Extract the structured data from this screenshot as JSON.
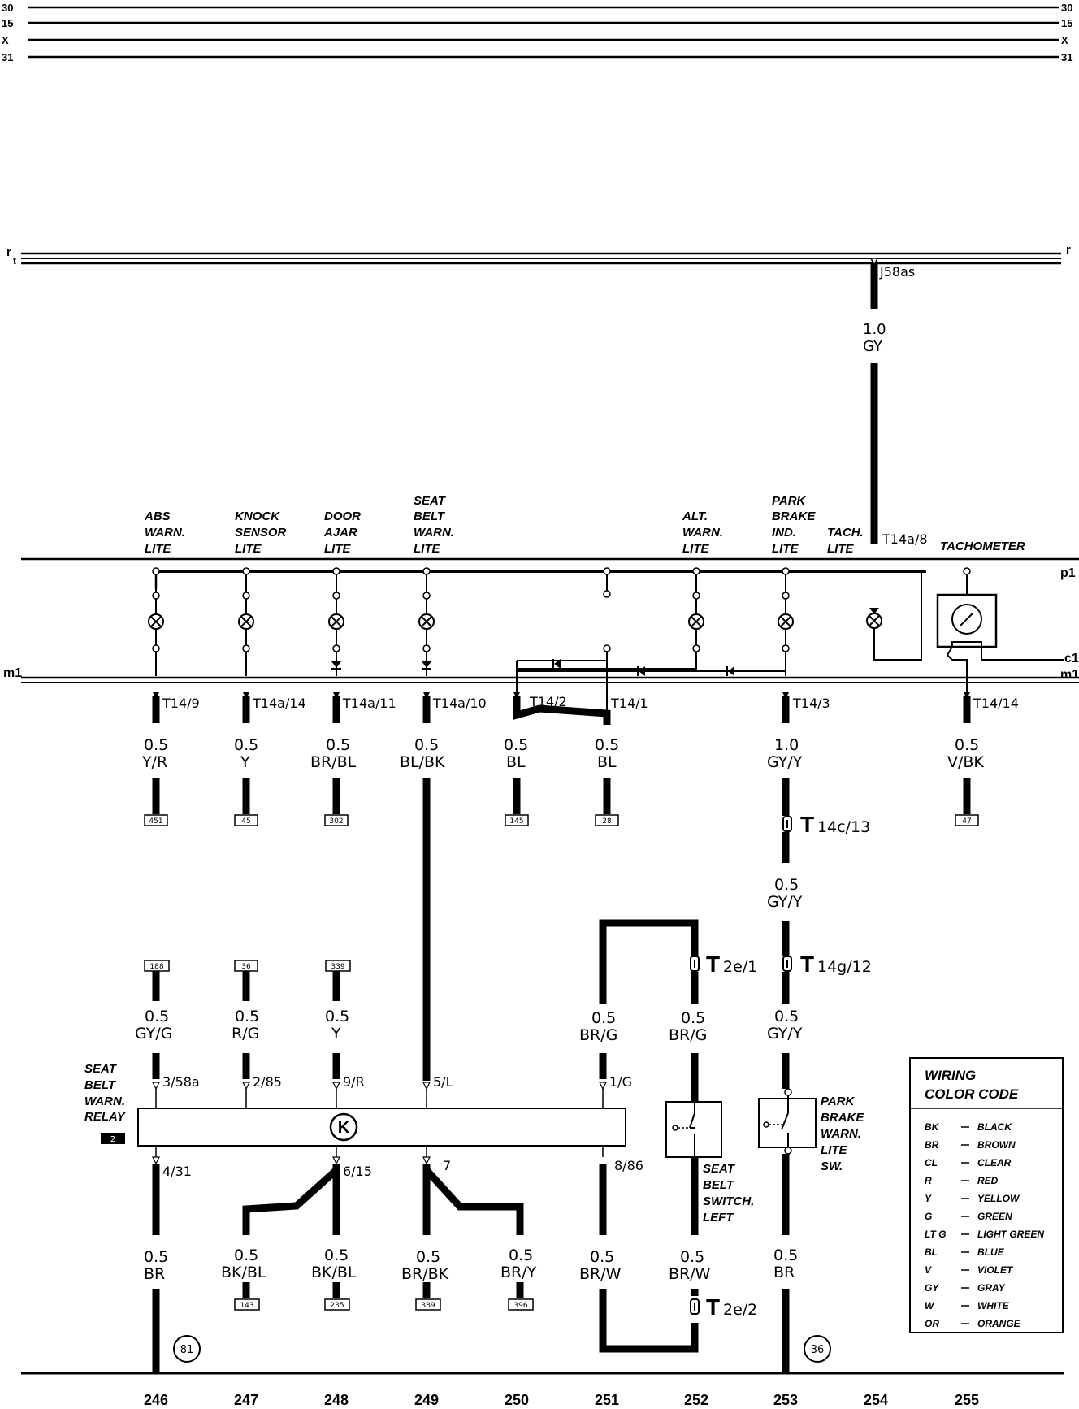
{
  "rails": {
    "left": [
      "30",
      "15",
      "X",
      "31"
    ],
    "right": [
      "30",
      "15",
      "X",
      "31"
    ],
    "r_left": "r",
    "t_left": "t",
    "r_right": "r",
    "p1": "p1",
    "m1_left": "m1",
    "m1_right": "m1",
    "c1": "c1"
  },
  "top_connection": {
    "label": "J58as",
    "size": "1.0",
    "color": "GY",
    "pin": "T14a/8"
  },
  "lamps": [
    {
      "l1": "ABS",
      "l2": "WARN.",
      "l3": "LITE",
      "l4": ""
    },
    {
      "l1": "KNOCK",
      "l2": "SENSOR",
      "l3": "LITE",
      "l4": ""
    },
    {
      "l1": "DOOR",
      "l2": "AJAR",
      "l3": "LITE",
      "l4": ""
    },
    {
      "l1": "SEAT",
      "l2": "BELT",
      "l3": "WARN.",
      "l4": "LITE"
    },
    {
      "l1": "ALT.",
      "l2": "WARN.",
      "l3": "LITE",
      "l4": ""
    },
    {
      "l1": "PARK",
      "l2": "BRAKE",
      "l3": "IND.",
      "l4": "LITE"
    },
    {
      "l1": "TACH.",
      "l2": "LITE",
      "l3": "",
      "l4": ""
    }
  ],
  "tachometer": "TACHOMETER",
  "pins_upper": [
    "T14/9",
    "T14a/14",
    "T14a/11",
    "T14a/10",
    "T14/2",
    "T14/1",
    "T14/3",
    "T14/14"
  ],
  "wires_upper": [
    {
      "size": "0.5",
      "color": "Y/R"
    },
    {
      "size": "0.5",
      "color": "Y"
    },
    {
      "size": "0.5",
      "color": "BR/BL"
    },
    {
      "size": "0.5",
      "color": "BL/BK"
    },
    {
      "size": "0.5",
      "color": "BL"
    },
    {
      "size": "0.5",
      "color": "BL"
    },
    {
      "size": "1.0",
      "color": "GY/Y"
    },
    {
      "size": "0.5",
      "color": "V/BK"
    }
  ],
  "refs_upper": [
    "451",
    "45",
    "302",
    "145",
    "28",
    "47"
  ],
  "connectors": {
    "c1": {
      "main": "T",
      "sub": "14c/13"
    },
    "c2": {
      "main": "T",
      "sub": "2e/1"
    },
    "c3": {
      "main": "T",
      "sub": "14g/12"
    },
    "c4": {
      "main": "T",
      "sub": "2e/2"
    }
  },
  "wire_mid": {
    "size": "0.5",
    "color": "GY/Y"
  },
  "refs_mid": [
    "188",
    "36",
    "339"
  ],
  "wires_mid": [
    {
      "size": "0.5",
      "color": "GY/G"
    },
    {
      "size": "0.5",
      "color": "R/G"
    },
    {
      "size": "0.5",
      "color": "Y"
    },
    {
      "size": "0.5",
      "color": "BR/G"
    },
    {
      "size": "0.5",
      "color": "BR/G"
    },
    {
      "size": "0.5",
      "color": "GY/Y"
    }
  ],
  "relay": {
    "l1": "SEAT",
    "l2": "BELT",
    "l3": "WARN.",
    "l4": "RELAY",
    "num": "2",
    "symbol": "K",
    "pins_top": [
      "3/58a",
      "2/85",
      "9/R",
      "5/L",
      "1/G"
    ],
    "pins_bottom": [
      "4/31",
      "6/15",
      "7",
      "8/86"
    ]
  },
  "seat_switch": {
    "l1": "SEAT",
    "l2": "BELT",
    "l3": "SWITCH,",
    "l4": "LEFT"
  },
  "park_switch": {
    "l1": "PARK",
    "l2": "BRAKE",
    "l3": "WARN.",
    "l4": "LITE",
    "l5": "SW."
  },
  "wires_lower": [
    {
      "size": "0.5",
      "color": "BR"
    },
    {
      "size": "0.5",
      "color": "BK/BL"
    },
    {
      "size": "0.5",
      "color": "BK/BL"
    },
    {
      "size": "0.5",
      "color": "BR/BK"
    },
    {
      "size": "0.5",
      "color": "BR/Y"
    },
    {
      "size": "0.5",
      "color": "BR/W"
    },
    {
      "size": "0.5",
      "color": "BR/W"
    },
    {
      "size": "0.5",
      "color": "BR"
    }
  ],
  "refs_lower": [
    "143",
    "235",
    "389",
    "396"
  ],
  "grounds": [
    "81",
    "36"
  ],
  "columns": [
    "246",
    "247",
    "248",
    "249",
    "250",
    "251",
    "252",
    "253",
    "254",
    "255"
  ],
  "legend": {
    "title1": "WIRING",
    "title2": "COLOR CODE",
    "entries": [
      {
        "code": "BK",
        "name": "BLACK"
      },
      {
        "code": "BR",
        "name": "BROWN"
      },
      {
        "code": "CL",
        "name": "CLEAR"
      },
      {
        "code": "R",
        "name": "RED"
      },
      {
        "code": "Y",
        "name": "YELLOW"
      },
      {
        "code": "G",
        "name": "GREEN"
      },
      {
        "code": "LT G",
        "name": "LIGHT GREEN"
      },
      {
        "code": "BL",
        "name": "BLUE"
      },
      {
        "code": "V",
        "name": "VIOLET"
      },
      {
        "code": "GY",
        "name": "GRAY"
      },
      {
        "code": "W",
        "name": "WHITE"
      },
      {
        "code": "OR",
        "name": "ORANGE"
      }
    ]
  }
}
